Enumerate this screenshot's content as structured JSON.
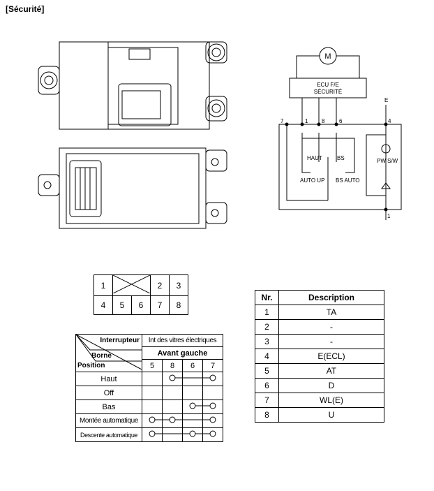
{
  "title": "[Sécurité]",
  "schematic": {
    "motor": "M",
    "ecu_line1": "ECU F/E",
    "ecu_line2": "SÉCURITÉ",
    "terminal_e": "E",
    "pin7": "7",
    "pin1": "1",
    "pin8": "8",
    "pin6": "6",
    "pin4": "4",
    "pin1_bottom": "1",
    "haut": "HAUT",
    "bs": "BS",
    "auto_up": "AUTO UP",
    "bs_auto": "BS AUTO",
    "pw_sw": "PW S/W"
  },
  "connector_pins": {
    "row1": [
      "1",
      "2",
      "3"
    ],
    "row2": [
      "4",
      "5",
      "6",
      "7",
      "8"
    ]
  },
  "switch_table": {
    "header_interrupteur": "Interrupteur",
    "header_borne": "Borne",
    "header_position": "Position",
    "group": "Int des vitres électriques",
    "subgroup": "Avant gauche",
    "terminals": [
      "5",
      "8",
      "6",
      "7"
    ],
    "rows": [
      {
        "label": "Haut",
        "connected": [
          1,
          3
        ]
      },
      {
        "label": "Off",
        "connected": []
      },
      {
        "label": "Bas",
        "connected": [
          2,
          3
        ]
      },
      {
        "label": "Montée automatique",
        "connected": [
          0,
          1,
          3
        ]
      },
      {
        "label": "Descente automatique",
        "connected": [
          0,
          2,
          3
        ]
      }
    ]
  },
  "desc_table": {
    "headers": [
      "Nr.",
      "Description"
    ],
    "rows": [
      [
        "1",
        "TA"
      ],
      [
        "2",
        "-"
      ],
      [
        "3",
        "-"
      ],
      [
        "4",
        "E(ECL)"
      ],
      [
        "5",
        "AT"
      ],
      [
        "6",
        "D"
      ],
      [
        "7",
        "WL(E)"
      ],
      [
        "8",
        "U"
      ]
    ]
  }
}
